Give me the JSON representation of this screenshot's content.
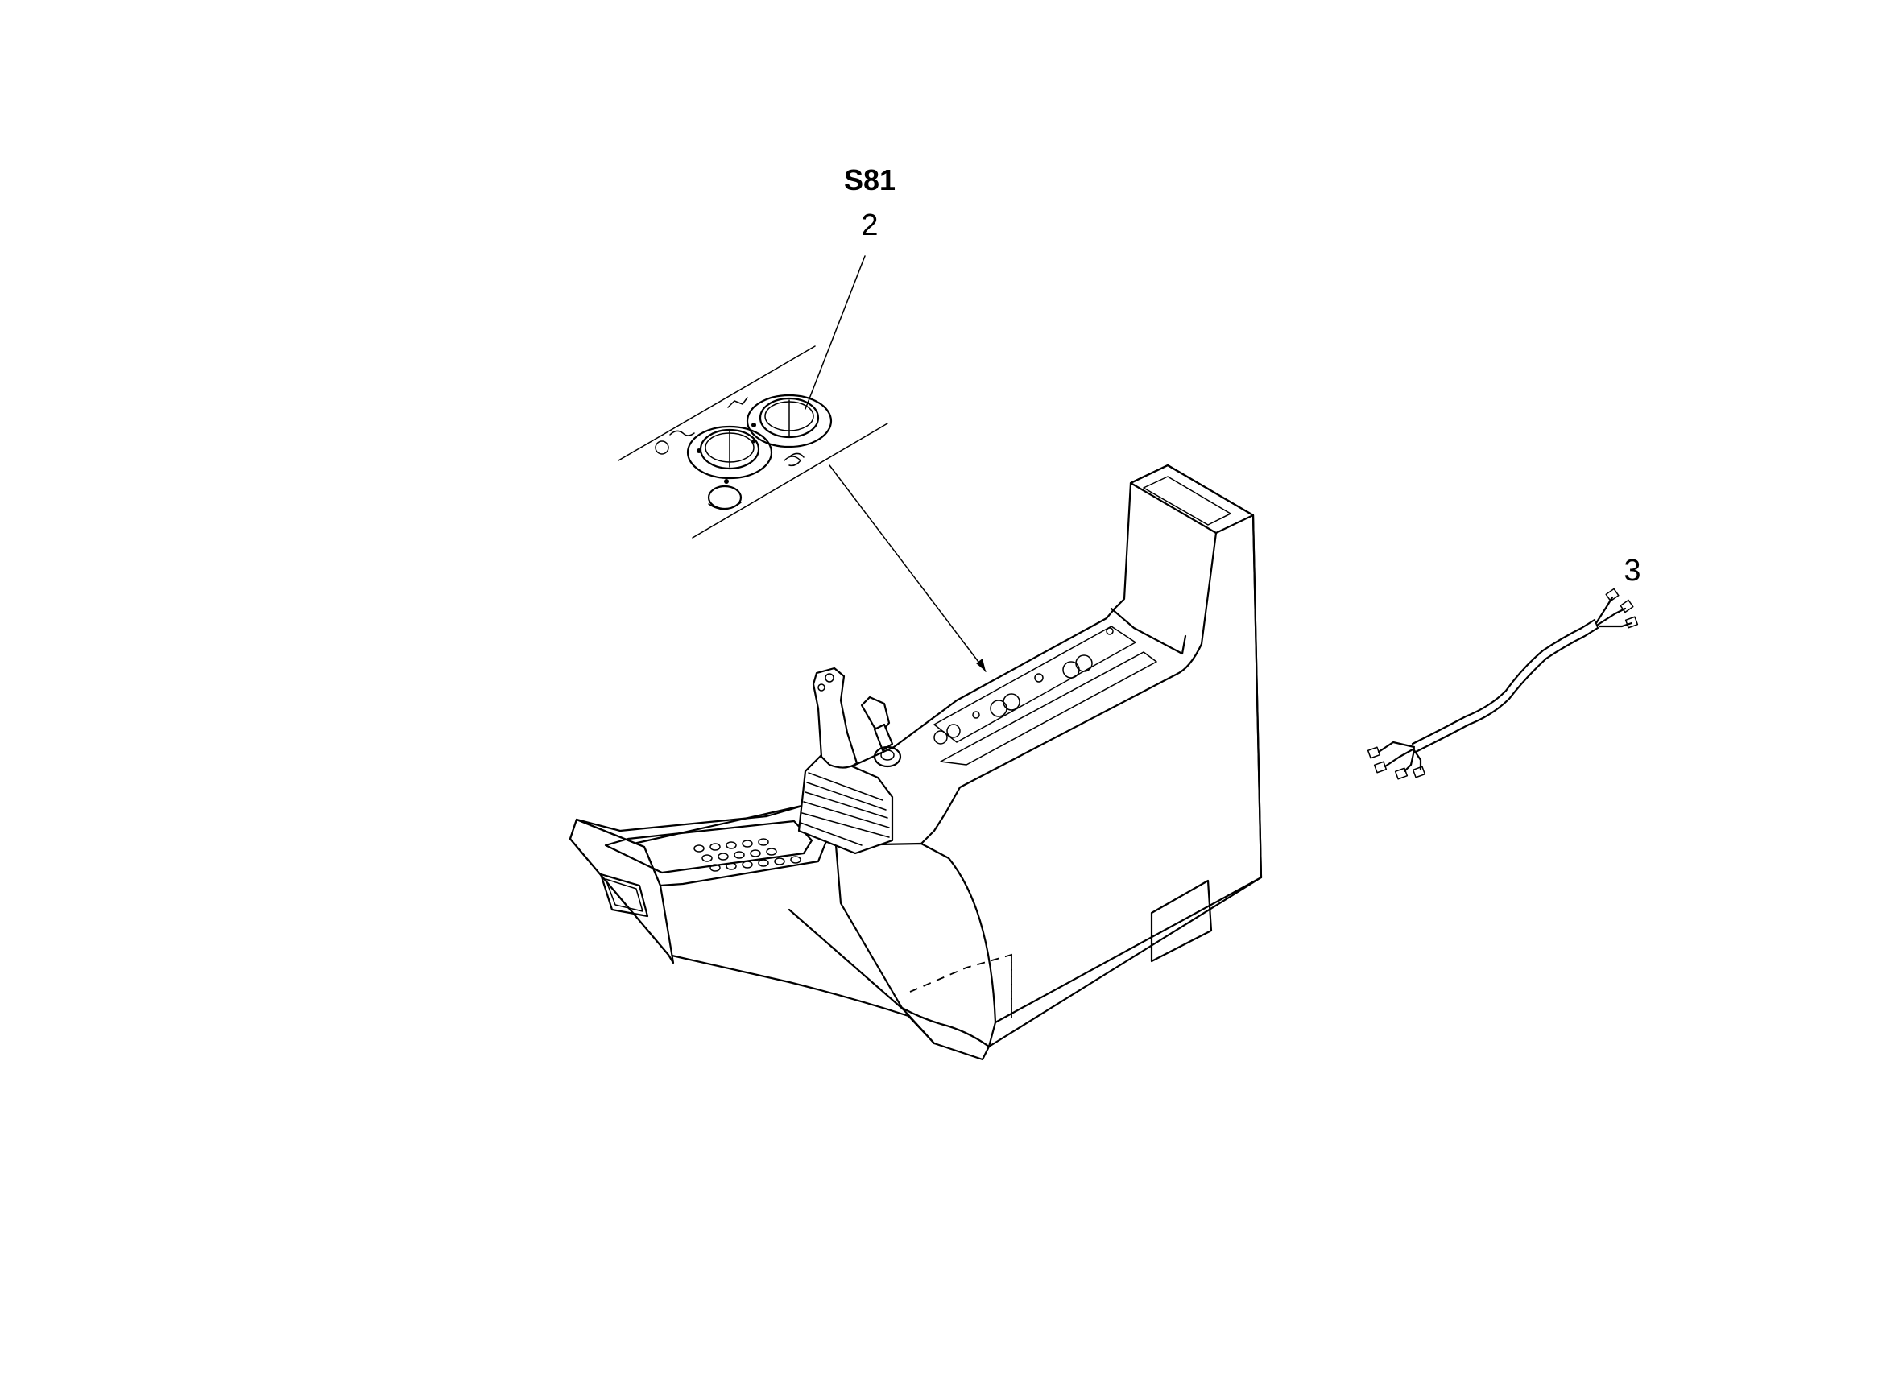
{
  "callouts": {
    "switch_code": "S81",
    "switch_item_number": "2",
    "harness_item_number": "3"
  },
  "colors": {
    "line": "#000000",
    "background": "#ffffff"
  }
}
